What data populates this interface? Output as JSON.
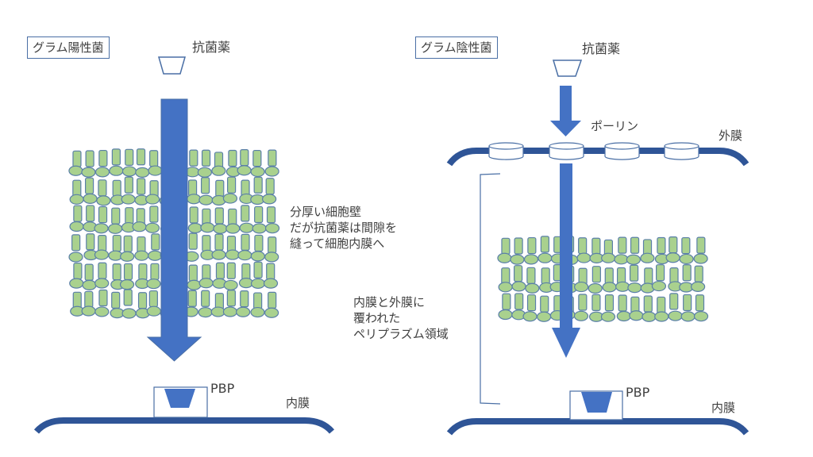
{
  "left_panel": {
    "title": "グラム陽性菌",
    "antibiotic_label": "抗菌薬",
    "wall_note": [
      "分厚い細胞壁",
      "だが抗菌薬は間隙を",
      "縫って細胞内膜へ"
    ],
    "pbp_label": "PBP",
    "inner_membrane_label": "内膜",
    "wall_rows": 6
  },
  "right_panel": {
    "title": "グラム陰性菌",
    "antibiotic_label": "抗菌薬",
    "porin_label": "ポーリン",
    "outer_membrane_label": "外膜",
    "periplasm_note": [
      "内膜と外膜に",
      "覆われた",
      "ペリプラズム領域"
    ],
    "pbp_label": "PBP",
    "inner_membrane_label": "内膜",
    "wall_rows": 3,
    "porin_count": 4
  },
  "colors": {
    "arrow": "#4472c4",
    "membrane": "#2f5597",
    "lipid_fill": "#a9d18e",
    "lipid_stroke": "#5a7fa8",
    "outline": "#4a6fa5"
  }
}
